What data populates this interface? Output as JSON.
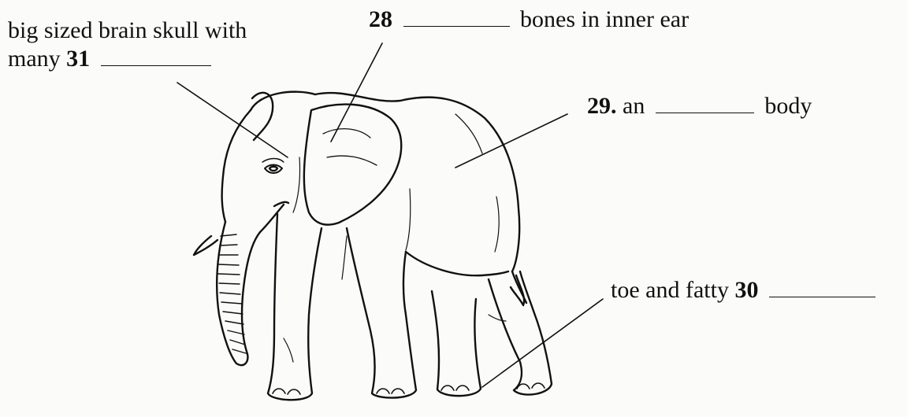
{
  "labels": {
    "skull": {
      "line1": "big sized brain skull with",
      "line2_text": "many",
      "number": "31"
    },
    "ear": {
      "number": "28",
      "text": "bones in inner ear"
    },
    "body": {
      "number": "29.",
      "pre_text": "an",
      "post_text": "body"
    },
    "toe": {
      "text": "toe and fatty",
      "number": "30"
    }
  },
  "colors": {
    "ink": "#111111",
    "paper": "#fbfbf9"
  },
  "icons": [
    "elephant-illustration"
  ]
}
